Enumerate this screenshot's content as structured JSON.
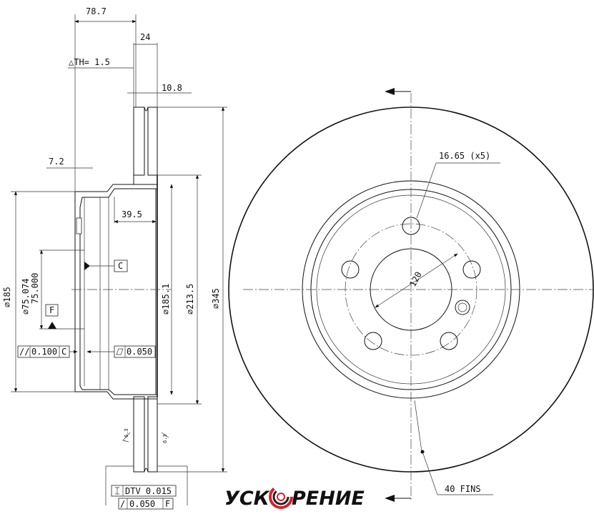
{
  "title": "Brake disc technical drawing",
  "dimensions": {
    "total_height": "78.7",
    "disc_thickness": "24",
    "thickness_tolerance": "△TH= 1.5",
    "friction_ring_width": "10.8",
    "hat_wall": "7.2",
    "hat_depth": "39.5",
    "hat_diameter": "⌀185",
    "center_bore_max": "⌀75.074",
    "center_bore_min": "75.000",
    "hat_inner_diameter": "⌀185.1",
    "inner_ring_diameter": "⌀213.5",
    "outer_diameter": "⌀345",
    "bolt_holes": "16.65 (x5)",
    "bolt_circle": "120",
    "fins": "40 FINS"
  },
  "datums": {
    "c": "C",
    "f": "F"
  },
  "tolerances": {
    "parallelism_symbol": "//",
    "parallelism_value": "0.100",
    "parallelism_datum": "C",
    "flatness_value": "0.050",
    "dtv": "DTV 0.015",
    "runout_symbol": "/",
    "runout_value": "0.050",
    "runout_datum": "F"
  },
  "roughness": [
    "6.3",
    "6.3"
  ],
  "logo": {
    "left": "УСК",
    "right": "РЕНИЕ",
    "accent": "#d4232b"
  }
}
